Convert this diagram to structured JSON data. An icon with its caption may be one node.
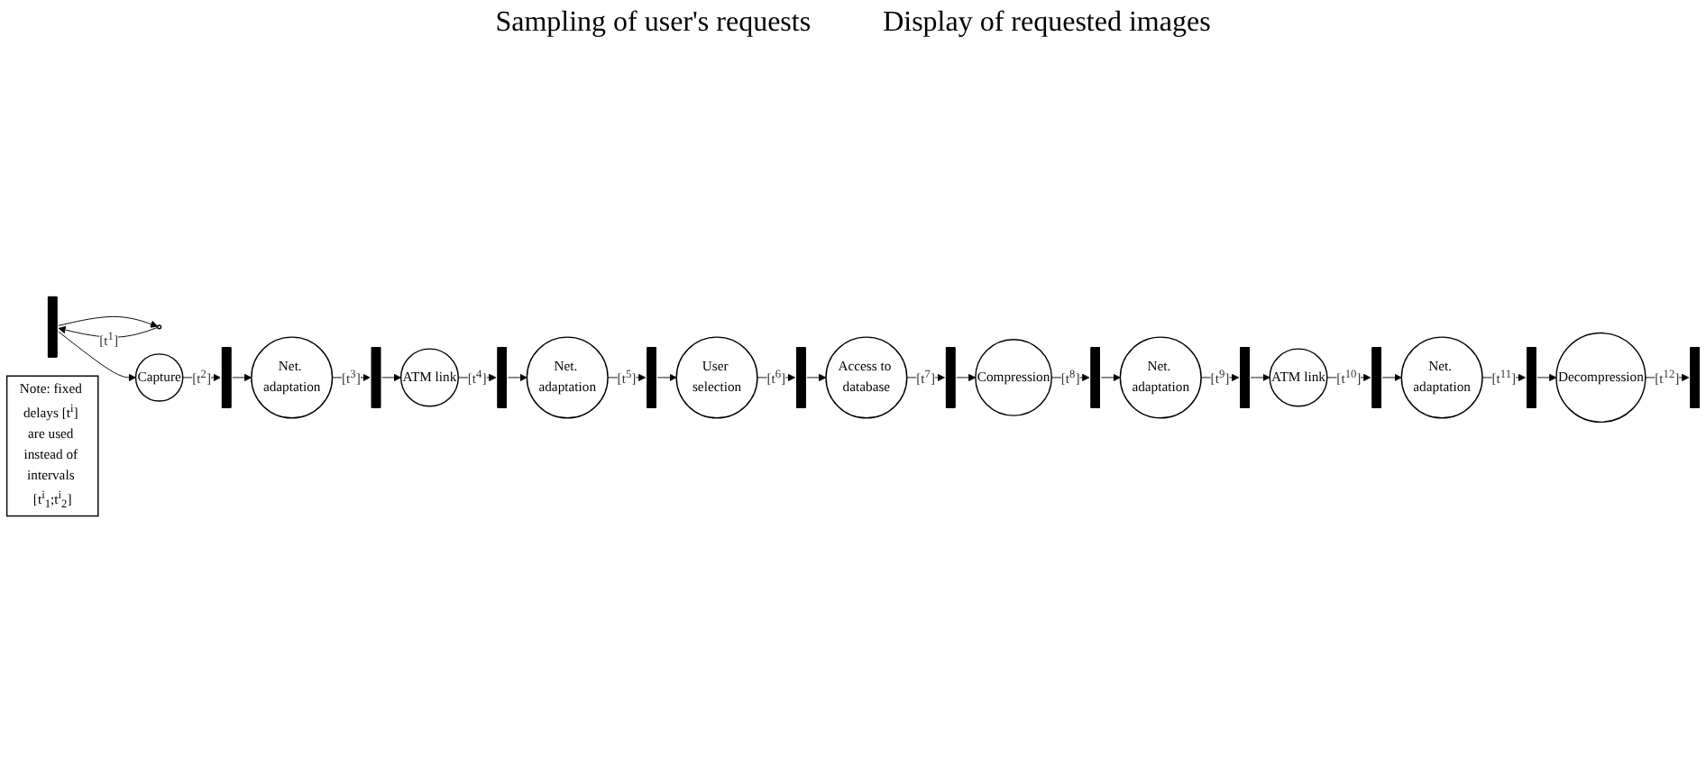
{
  "diagram": {
    "nodes": [
      {
        "text": [],
        "shape": "bar"
      },
      {
        "text": [],
        "shape": "circle"
      },
      {
        "text": [
          "Capture"
        ]
      },
      {
        "text": [],
        "shape": "bar"
      },
      {
        "text": [
          "Net. adaptation"
        ]
      },
      {
        "text": [],
        "shape": "bar"
      },
      {
        "text": [
          "ATM link"
        ]
      },
      {
        "text": [],
        "shape": "bar"
      },
      {
        "text": [
          "Net. adaptation"
        ]
      },
      {
        "text": [],
        "shape": "bar"
      },
      {
        "text": [
          "User selection"
        ]
      },
      {
        "text": [],
        "shape": "bar"
      },
      {
        "text": [
          "Access to database"
        ]
      },
      {
        "text": [],
        "shape": "bar"
      },
      {
        "text": [
          "Compression"
        ]
      },
      {
        "text": [],
        "shape": "bar"
      },
      {
        "text": [
          "Net. adaptation"
        ]
      },
      {
        "text": [],
        "shape": "bar"
      },
      {
        "text": [
          "ATM link"
        ]
      },
      {
        "text": [],
        "shape": "bar"
      },
      {
        "text": [
          "Net. adaptation"
        ]
      },
      {
        "text": [],
        "shape": "bar"
      },
      {
        "text": [
          "Decompression"
        ]
      },
      {
        "text": [],
        "shape": "bar"
      },
      {
        "text": [
          "Note: fixed delays [t$^{i}$] are used instead of intervals [t$^{i}$$_{1}$;t$^{i}$$_{2}$]"
        ]
      }
    ],
    "edges": [
      {
        "from": 1,
        "to": 0,
        "arrow": "to",
        "label": "[t$^{1}$]"
      },
      {
        "from": 0,
        "to": 1,
        "arrow": "to"
      },
      {
        "from": 0,
        "to": 2,
        "arrow": "to"
      },
      {
        "from": 2,
        "to": 3,
        "arrow": "to",
        "label": "[t$^{2}$]"
      },
      {
        "from": 3,
        "to": 4,
        "arrow": "to"
      },
      {
        "from": 4,
        "to": 5,
        "arrow": "to",
        "label": "[t$^{3}$]"
      },
      {
        "from": 5,
        "to": 6,
        "arrow": "to"
      },
      {
        "from": 6,
        "to": 7,
        "arrow": "to",
        "label": "[t$^{4}$]"
      },
      {
        "from": 7,
        "to": 8,
        "arrow": "to"
      },
      {
        "from": 8,
        "to": 9,
        "arrow": "to",
        "label": "[t$^{5}$]"
      },
      {
        "from": 9,
        "to": 10,
        "arrow": "to"
      },
      {
        "from": 10,
        "to": 11,
        "arrow": "to",
        "label": "[t$^{6}$]"
      },
      {
        "from": 11,
        "to": 12,
        "arrow": "to"
      },
      {
        "from": 12,
        "to": 13,
        "arrow": "to",
        "label": "[t$^{7}$]"
      },
      {
        "from": 13,
        "to": 14,
        "arrow": "to"
      },
      {
        "from": 14,
        "to": 15,
        "arrow": "to",
        "label": "[t$^{8}$]"
      },
      {
        "from": 15,
        "to": 16,
        "arrow": "to"
      },
      {
        "from": 16,
        "to": 17,
        "arrow": "to",
        "label": "[t$^{9}$]"
      },
      {
        "from": 17,
        "to": 18,
        "arrow": "to"
      },
      {
        "from": 18,
        "to": 19,
        "arrow": "to",
        "label": "[t$^{10}$]"
      },
      {
        "from": 19,
        "to": 20,
        "arrow": "to"
      },
      {
        "from": 20,
        "to": 21,
        "arrow": "to",
        "label": "[t$^{11}$]"
      },
      {
        "from": 21,
        "to": 22,
        "arrow": "to"
      },
      {
        "from": 22,
        "to": 23,
        "arrow": "to",
        "label": "[t$^{12}$]"
      }
    ],
    "labels": [
      "Sampling of user's requests",
      "Display of requested images"
    ]
  }
}
